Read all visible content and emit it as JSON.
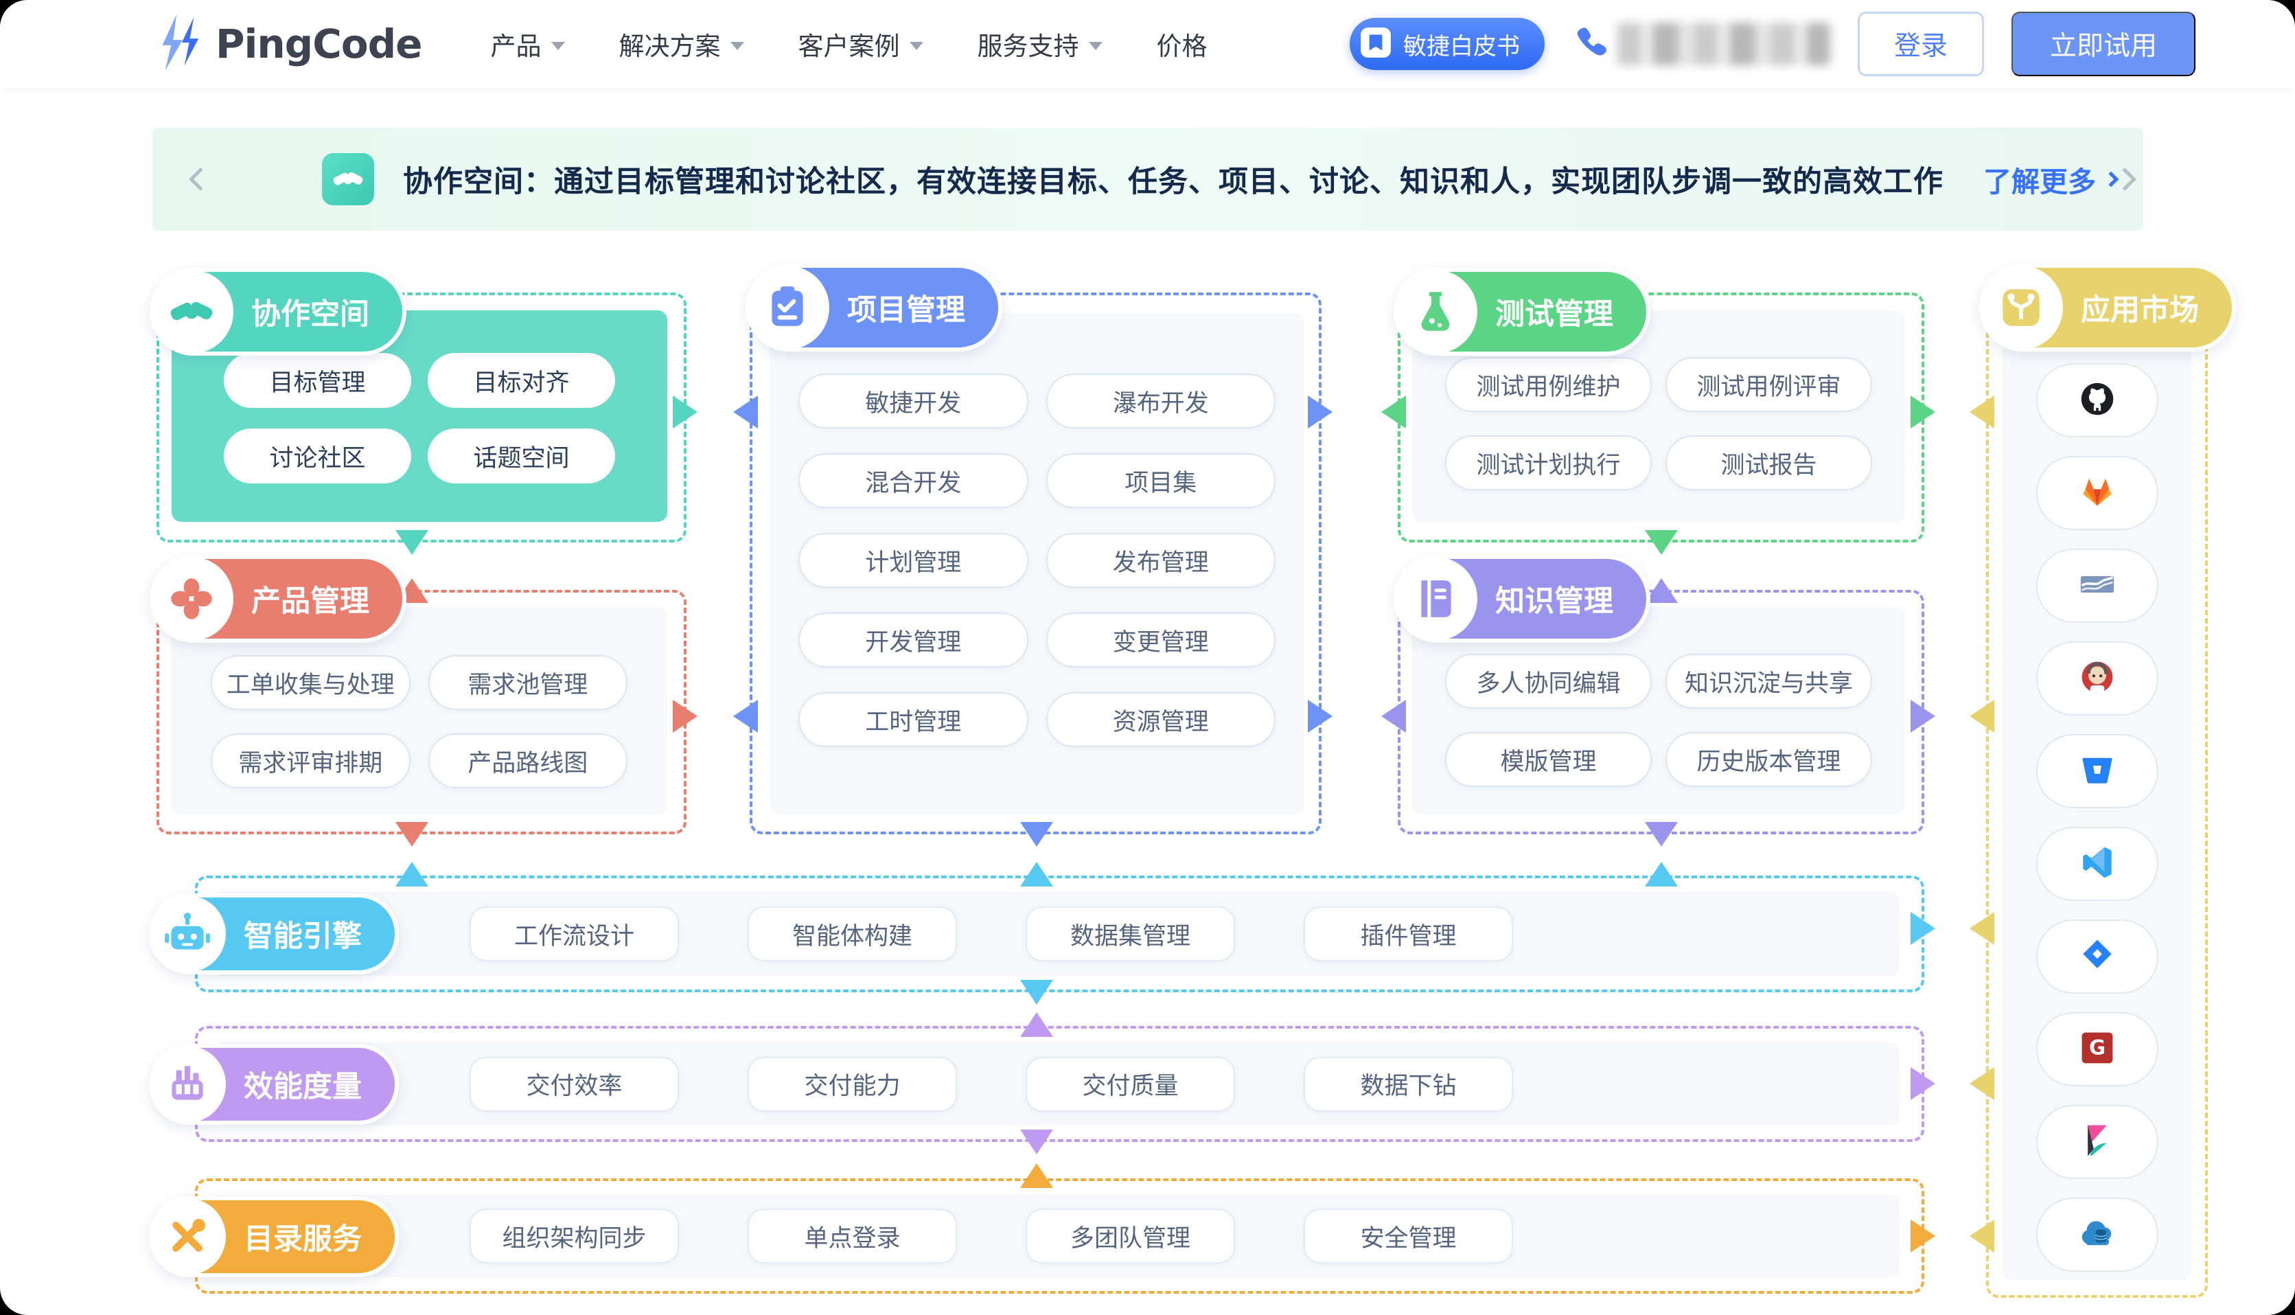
{
  "navbar": {
    "logo_text": "PingCode",
    "items": [
      {
        "label": "产品",
        "has_dropdown": true
      },
      {
        "label": "解决方案",
        "has_dropdown": true
      },
      {
        "label": "客户案例",
        "has_dropdown": true
      },
      {
        "label": "服务支持",
        "has_dropdown": true
      },
      {
        "label": "价格",
        "has_dropdown": false
      }
    ],
    "whitepaper_badge": "敏捷白皮书",
    "login_label": "登录",
    "try_label": "立即试用"
  },
  "banner": {
    "icon": "handshake-icon",
    "text": "协作空间：通过目标管理和讨论社区，有效连接目标、任务、项目、讨论、知识和人，实现团队步调一致的高效工作",
    "link_label": "了解更多"
  },
  "sections": {
    "collab": {
      "title": "协作空间",
      "color": "#53D5C0",
      "fill": "#67DBC8",
      "icon": "handshake-icon",
      "items": [
        "目标管理",
        "目标对齐",
        "讨论社区",
        "话题空间"
      ]
    },
    "product": {
      "title": "产品管理",
      "color": "#E97E6F",
      "icon": "clover-icon",
      "items": [
        "工单收集与处理",
        "需求池管理",
        "需求评审排期",
        "产品路线图"
      ]
    },
    "project": {
      "title": "项目管理",
      "color": "#6E93F6",
      "icon": "clipboard-icon",
      "items": [
        "敏捷开发",
        "瀑布开发",
        "混合开发",
        "项目集",
        "计划管理",
        "发布管理",
        "开发管理",
        "变更管理",
        "工时管理",
        "资源管理"
      ]
    },
    "test": {
      "title": "测试管理",
      "color": "#5CD485",
      "icon": "flask-icon",
      "items": [
        "测试用例维护",
        "测试用例评审",
        "测试计划执行",
        "测试报告"
      ]
    },
    "knowledge": {
      "title": "知识管理",
      "color": "#9B94EF",
      "icon": "book-icon",
      "items": [
        "多人协同编辑",
        "知识沉淀与共享",
        "模版管理",
        "历史版本管理"
      ]
    },
    "ai": {
      "title": "智能引擎",
      "color": "#56C8F2",
      "icon": "robot-icon",
      "items": [
        "工作流设计",
        "智能体构建",
        "数据集管理",
        "插件管理"
      ]
    },
    "metrics": {
      "title": "效能度量",
      "color": "#C09AF0",
      "icon": "bars-icon",
      "items": [
        "交付效率",
        "交付能力",
        "交付质量",
        "数据下钻"
      ]
    },
    "directory": {
      "title": "目录服务",
      "color": "#F3AC3C",
      "icon": "tools-icon",
      "items": [
        "组织架构同步",
        "单点登录",
        "多团队管理",
        "安全管理"
      ]
    },
    "marketplace": {
      "title": "应用市场",
      "color": "#E8D26B",
      "icon": "branch-icon",
      "apps": [
        "github",
        "gitlab",
        "subversion",
        "jenkins",
        "bitbucket",
        "vscode",
        "jira",
        "gitee",
        "kibana",
        "cloud-db"
      ]
    }
  }
}
